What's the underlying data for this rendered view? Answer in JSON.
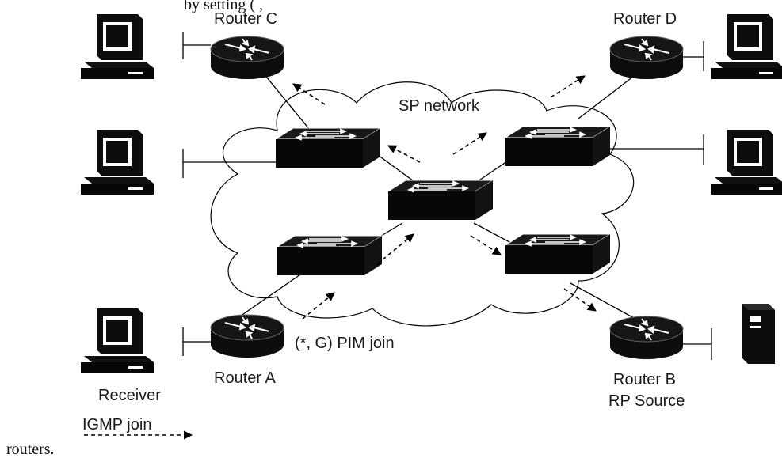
{
  "labels": {
    "router_c": "Router C",
    "router_d": "Router D",
    "router_a": "Router A",
    "router_b": "Router B",
    "rp_source": "RP Source",
    "receiver": "Receiver",
    "sp_network": "SP network",
    "pim_join": "(*, G) PIM join",
    "igmp_join": "IGMP join",
    "caption": "routers.",
    "top_partial": "by setting (                                   ,"
  },
  "icons": {
    "router": "router-icon",
    "switch": "switch-icon",
    "host": "desktop-computer-icon",
    "server": "server-tower-icon",
    "cloud": "cloud-icon"
  },
  "colors": {
    "line": "#000000",
    "device": "#0d0d0d",
    "background": "#ffffff"
  }
}
